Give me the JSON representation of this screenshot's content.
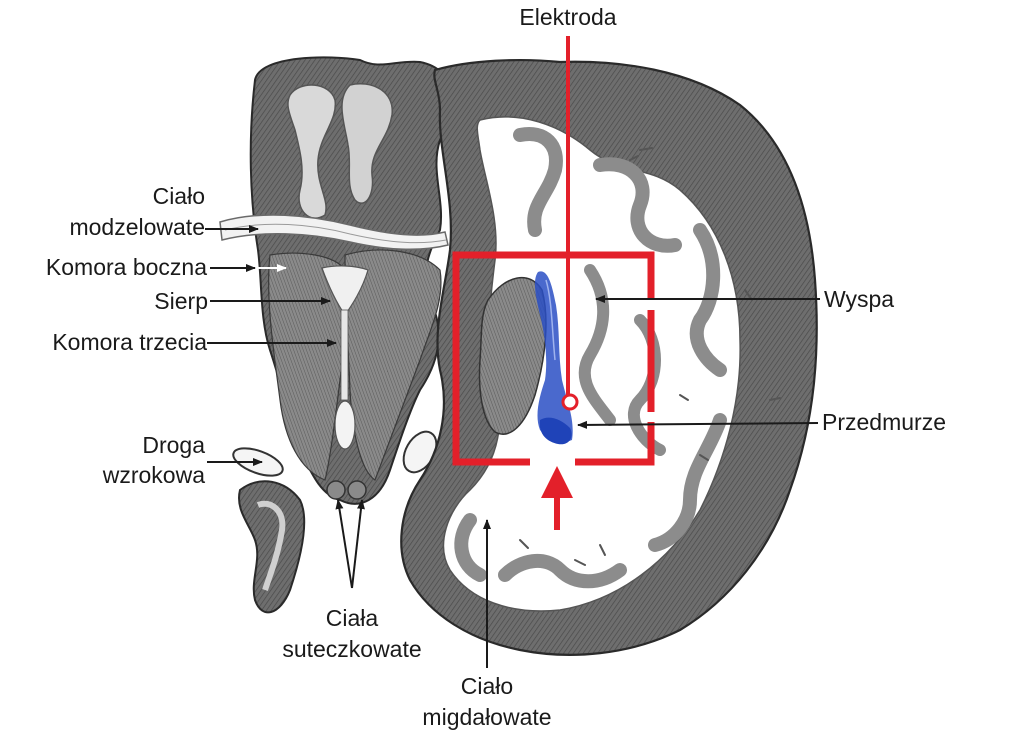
{
  "labels": {
    "electrode": "Elektroda",
    "corpus_callosum_1": "Ciało",
    "corpus_callosum_2": "modzelowate",
    "lateral_ventricle": "Komora boczna",
    "septum": "Sierp",
    "third_ventricle": "Komora trzecia",
    "optic_tract_1": "Droga",
    "optic_tract_2": "wzrokowa",
    "mammillary_1": "Ciała",
    "mammillary_2": "suteczkowate",
    "amygdala_1": "Ciało",
    "amygdala_2": "migdałowate",
    "insula": "Wyspa",
    "claustrum": "Przedmurze"
  },
  "colors": {
    "electrode": "#e3202a",
    "claustrum": "#2a4fc4",
    "tissue_dark": "#3a3a3a",
    "tissue_grey": "#8a8a8a",
    "tissue_light": "#c8c8c8",
    "leader": "#1a1a1a"
  }
}
